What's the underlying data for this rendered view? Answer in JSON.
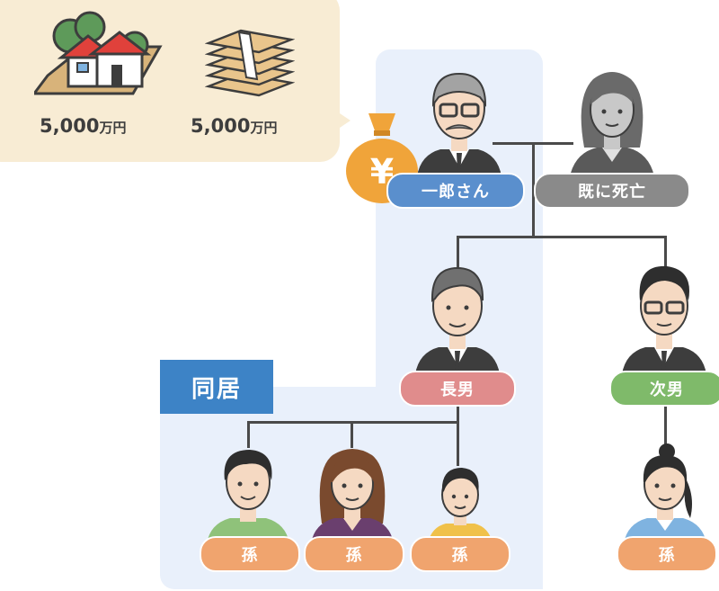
{
  "assets": {
    "house_value": "5,000",
    "house_unit": "万円",
    "cash_value": "5,000",
    "cash_unit": "万円"
  },
  "money_bag_symbol": "¥",
  "cohabitation_label": "同居",
  "people": {
    "ichiro": "一郎さん",
    "wife": "既に死亡",
    "eldest_son": "長男",
    "second_son": "次男",
    "grandchild_1": "孫",
    "grandchild_2": "孫",
    "grandchild_3": "孫",
    "grandchild_4": "孫"
  },
  "colors": {
    "cohab_bg": "#e9f0fb",
    "asset_bg": "#f8ecd4",
    "blue": "#5a8fcd",
    "gray": "#8a8a8a",
    "pink": "#e08c8c",
    "green": "#7fba6a",
    "orange": "#f0a46e"
  },
  "icons": [
    "house-icon",
    "cash-stack-icon",
    "yen-money-bag-icon"
  ]
}
